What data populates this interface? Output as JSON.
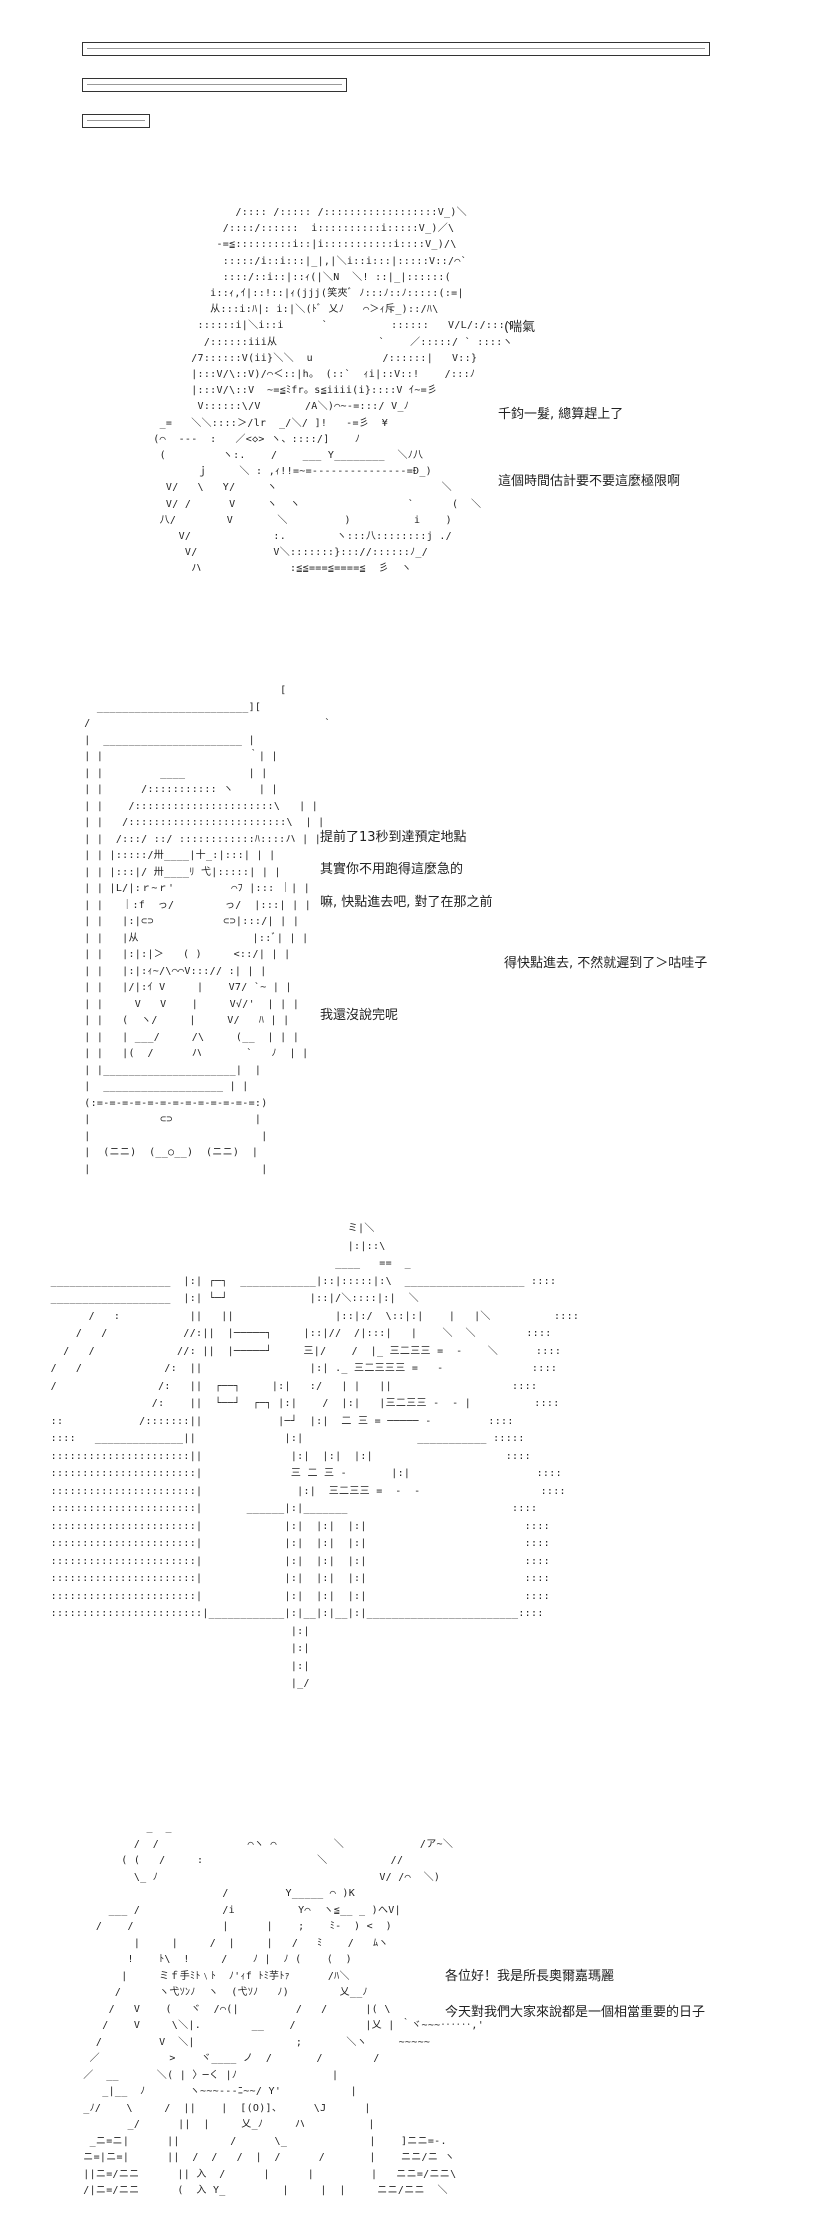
{
  "header_bars": [
    {
      "name": "long"
    },
    {
      "name": "medium"
    },
    {
      "name": "short"
    }
  ],
  "scene1": {
    "art": "                 /:::: /::::: /::::::::::::::::::V_)＼\n               /::::/::::::  i::::::::::i:::::V_)／\\\n              -=≦:::::::::i::|i:::::::::::i::::V_)/\\\n               :::::/i::i:::|_|,|＼i::i:::|:::::V::/⌒`\n               ::::/::i::|::ｨ(|＼N  ＼! ::|_|::::::(\n             i::ｨ,ｲ|::!::|ｨ(jjj(笑夾ﾞ ﾉ:::ﾉ::ﾉ:::::(:=|\n             从:::i:ﾊ|: i:|＼(ﾄﾞ 乂ﾉ   ⌒＞ｨ斥_)::/ﾊ\\\n           ::::::i|＼i::i      `          ::::::   V/L/:/:::ヽ\n            /::::::iii从                `    ／:::::/ ` ::::ヽ\n          /7::::::V(ii}＼＼  u           /::::::|   V::}\n          |:::V/\\::V)/⌒＜::|h。 (::`  ｨi|::V::!    /:::ﾉ\n          |:::V/\\::V  ~=≦ﾐfr。s≦iiii(i}::::V ｲ~=彡\n           V::::::\\/V       /A＼)⌒~-=:::/ V_ﾉ\n     _=   ＼＼::::＞/lr  _/＼/ ]!   -=彡  ¥\n    (⌒  ---  :   ／<◇> ヽ、::::/]    ﾉ\n     (         ヽ:.    /    ___ Y________  ＼ﾉ八\n           ｊ     ＼ : ,ｨ!!=~=---------------=Ð_)\n      V/   \\   Y/     ヽ                          ＼\n      V/ /      V     ヽ  ヽ                 `      (  ＼\n     八/        V       ＼         )          i    )\n        V/             :.        ヽ:::八::::::::j ./\n         V/            V＼:::::::}::://::::::ﾉ_/\n          ハ              :≦≦===≦====≦  彡  ヽ",
    "lines": [
      "(喘氣",
      "千鈞一髮, 總算趕上了",
      "這個時間估計要不要這麼極限啊"
    ]
  },
  "scene2": {
    "art": "                                      [\n         ________________________][\n       /                                     `\n       |  ______________________ |\n       | |                       ｀| |\n       | |         ____          | |\n       | |      /::::::::::: ヽ    | |\n       | |    /::::::::::::::::::::::\\   | |\n       | |   /:::::::::::::::::::::::::\\  | |\n       | |  /:::/ ::/ ::::::::::::ﾊ::::ハ | |\n       | | |:::::/卅____|十_:|:::| | |\n       | | |:::|/ 卅____ﾘ 弋|:::::| | |\n       | | |L/|:ｒ~ｒ'         ⌒ﾌ |::: ｜| |\n       | |   ｜:f  っ/        っ/  |:::| | |\n       | |   |:|⊂⊃           ⊂⊃|:::/| | |\n       | |   |从                  |::ﾞ| | |\n       | |   |:|:|＞   ( )     <::/| | |\n       | |   |:|:ｨ~/\\⌒⌒V:::// :| | |\n       | |   |/|:ｲ V     |    V7/ `~ | |\n       | |     V   V    |     V√/'  | | |\n       | |   (  ヽ/     |     V/   ﾊ | |\n       | |   | ___/     /\\     (__  | | |\n       | |   |(  /      ハ       `   ﾉ  | |\n       | |_____________________|  |\n       |  ___________________ | |\n       (:=-=-=-=-=-=-=-=-=-=-=-=-=:)\n       |           ⊂⊃             |\n       |                           |\n       |  (ニニ)  (__○__)  (ニニ)  |\n       |                           |",
    "lines": [
      "提前了13秒到達預定地點",
      "其實你不用跑得這麼急的",
      "嘛, 快點進去吧, 對了在那之前",
      "得快點進去, 不然就遲到了＞咕哇子",
      "我還沒說完呢"
    ]
  },
  "scene3": {
    "art": "                                                 ミ|＼\n                                                 |:|::\\\n                                               ____   ==  _ \n  ___________________  |:| ┌─┐  ____________|::|:::::|:\\  ___________________ ::::\n  ___________________  |:| └─┘             |::|/＼::::|:|  ＼\n        /   :           ||   ||                |::|:/  \\::|:|    |   |＼          ::::\n      /   /            //:||  |─────┐     |::|//  /|:::|   |    ＼  ＼        ::::\n    /   /             //: ||  |─────┘     三|/    /  |_ 三二三三 =  -    ＼      ::::\n  /   /             /:  ||                 |:| ._ 三二三三三 =   -              ::::\n  /                /:   ||  ┌──┐     |:|   :/   | |   ||                   ::::\n                  /:    ||  └──┘  ┌─┐ |:|    /  |:|   |三二三三 -  - |          ::::\n  ::            /:::::::||            |─┘  |:|  二 三 = ───── -         ::::\n  ::::   ______________||              |:|                  ___________ :::::\n  ::::::::::::::::::::::||              |:|  |:|  |:|                     ::::\n  :::::::::::::::::::::::|              三 二 三 -       |:|                    ::::\n  :::::::::::::::::::::::|               |:|  三二三三 =  -  -                   ::::\n  :::::::::::::::::::::::|       ______|:|_______                          ::::\n  :::::::::::::::::::::::|             |:|  |:|  |:|                         ::::\n  :::::::::::::::::::::::|             |:|  |:|  |:|                         ::::\n  :::::::::::::::::::::::|             |:|  |:|  |:|                         ::::\n  :::::::::::::::::::::::|             |:|  |:|  |:|                         ::::\n  :::::::::::::::::::::::|             |:|  |:|  |:|                         ::::\n  ::::::::::::::::::::::::|____________|:|__|:|__|:|________________________::::\n                                        |:|\n                                        |:|\n                                        |:|\n                                        |_/",
    "lines": []
  },
  "scene4": {
    "art": "              _  _\n            /  /              ⌒ヽ ⌒         ＼            /ア~＼\n          ( (   /     :                  ＼          //\n            \\_ ﾉ                                   V/ /⌒  ＼)\n                          /         Y_____ ⌒ )K\n        ___ /             /i          Y⌒  ヽ≦__ _ )へV|\n      /    /              |      |    ;    ﾐ-  ) <  )\n            |     |     /  |     |   /   ﾐ    /   ﾑヽ\n           !    ﾄ\\  !     /    ﾉ |  ﾉ (    ⟨  )\n          |     ミｆ手ﾐﾄ﹨ﾄ  ﾉ'ｨf ﾄﾐ芋ﾄｧ      /ﾊ＼\n         /      ヽ弋ｿﾝﾉ  ヽ  (弋ｿﾉ   ﾉ)        乂__ﾉ\n        /   V    (   ヾ  /⌒(|         /   /      |( \\\n       /    V     \\＼|.        __    /           |乂 | ｀ヾ~~~‥‥‥,'\n      /         V  ＼|                ;       ＼ヽ     ~~~~~\n     ／           >    ヾ____ ノ  /       /        /\n    ／  __      ＼( | 〉─く |ﾉ               |\n       _|__  ﾉ       ヽ~~~-‐-ﾆ~~/ Y'           |\n    _ﾉ/    \\     /  ||    |  [(O)]、     \\J      |\n           _/      ||  |     乂_ﾉ     ハ          |\n     _ニ=ニ|      ||        /      \\_             |    ]ニニ=-.\n    ニ=|ニ=|      ||  /  /   /  |  /      /       |    ニニ/ニ ヽ\n    ||ニ=/ニニ      || 入  /      |      |         |   ニニ=/ニニ\\\n    /|ニ=/ニニ      (  入 Y_         |     |  |     ニニ/ニニ  ＼",
    "lines": [
      "各位好！我是所長奧爾嘉瑪麗",
      "今天對我們大家來說都是一個相當重要的日子"
    ]
  }
}
